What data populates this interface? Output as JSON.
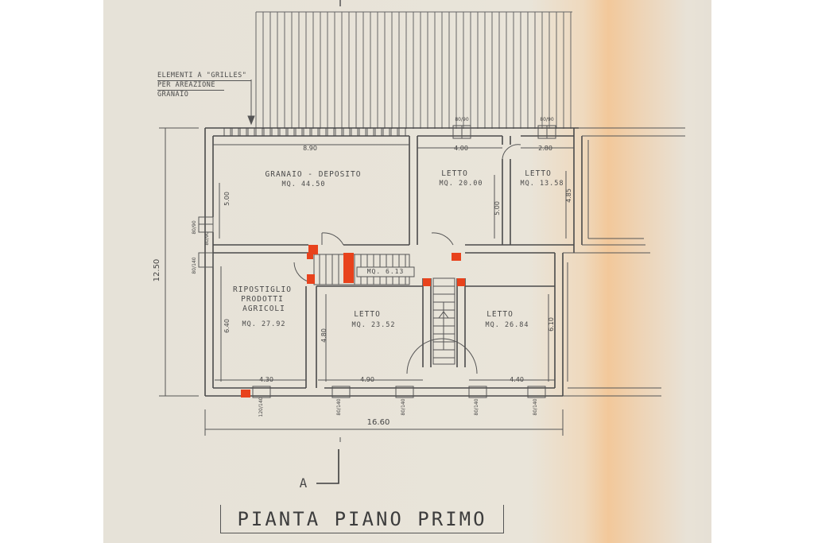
{
  "plan": {
    "title": "PIANTA PIANO PRIMO",
    "note": [
      "ELEMENTI A \"GRILLES\"",
      "PER AREAZIONE",
      "GRANAIO"
    ],
    "section_marker": "A",
    "stair_area": "MQ. 6.13",
    "rooms": [
      {
        "name": "GRANAIO - DEPOSITO",
        "area": "MQ. 44.50"
      },
      {
        "name": "LETTO",
        "area": "MQ. 20.00"
      },
      {
        "name": "LETTO",
        "area": "MQ. 13.58"
      },
      {
        "name": [
          "RIPOSTIGLIO",
          "PRODOTTI",
          "AGRICOLI"
        ],
        "area": "MQ. 27.92"
      },
      {
        "name": "LETTO",
        "area": "MQ. 23.52"
      },
      {
        "name": "LETTO",
        "area": "MQ. 26.84"
      }
    ],
    "dimensions": {
      "overall_width": "16.60",
      "overall_depth": "12.50",
      "granaio_width": "8.90",
      "granaio_depth": "5.00",
      "letto1_width": "4.00",
      "letto1_depth": "5.00",
      "letto2_width": "2.80",
      "letto2_depth": "4.85",
      "rip_depth": "6.40",
      "rip_width": "4.30",
      "letto3_depth": "4.80",
      "letto3_width": "4.90",
      "letto4_depth": "6.10",
      "letto4_width": "4.40"
    },
    "openings": [
      "80/90",
      "80/90",
      "80/90",
      "80/140",
      "80/90",
      "120/140",
      "80/140",
      "80/140",
      "80/140",
      "80/140"
    ],
    "colors": {
      "walls": "#4a4a4a",
      "columns": "#e8421c",
      "paper": "#e6e2d8",
      "stain": "#f2c89a"
    }
  }
}
